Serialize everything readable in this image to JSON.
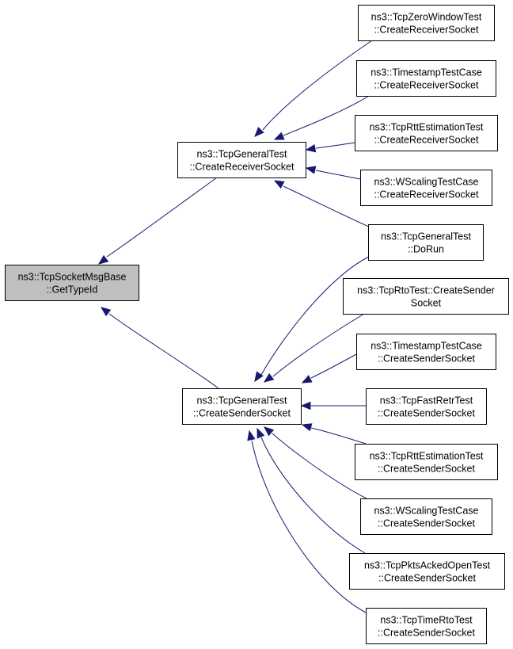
{
  "graph": {
    "colors": {
      "edge": "#191970",
      "focus_fill": "#bfbfbf",
      "node_fill": "#ffffff",
      "border": "#000000"
    },
    "nodes": [
      {
        "id": "msgbase",
        "lines": [
          "ns3::TcpSocketMsgBase",
          "::GetTypeId"
        ],
        "focus": true
      },
      {
        "id": "gen_recv",
        "lines": [
          "ns3::TcpGeneralTest",
          "::CreateReceiverSocket"
        ]
      },
      {
        "id": "gen_send",
        "lines": [
          "ns3::TcpGeneralTest",
          "::CreateSenderSocket"
        ]
      },
      {
        "id": "zw_recv",
        "lines": [
          "ns3::TcpZeroWindowTest",
          "::CreateReceiverSocket"
        ]
      },
      {
        "id": "ts_recv",
        "lines": [
          "ns3::TimestampTestCase",
          "::CreateReceiverSocket"
        ]
      },
      {
        "id": "rtt_recv",
        "lines": [
          "ns3::TcpRttEstimationTest",
          "::CreateReceiverSocket"
        ]
      },
      {
        "id": "ws_recv",
        "lines": [
          "ns3::WScalingTestCase",
          "::CreateReceiverSocket"
        ]
      },
      {
        "id": "gen_dorun",
        "lines": [
          "ns3::TcpGeneralTest",
          "::DoRun"
        ]
      },
      {
        "id": "rto_send",
        "lines": [
          "ns3::TcpRtoTest::CreateSender",
          "Socket"
        ]
      },
      {
        "id": "ts_send",
        "lines": [
          "ns3::TimestampTestCase",
          "::CreateSenderSocket"
        ]
      },
      {
        "id": "fr_send",
        "lines": [
          "ns3::TcpFastRetrTest",
          "::CreateSenderSocket"
        ]
      },
      {
        "id": "rtt_send",
        "lines": [
          "ns3::TcpRttEstimationTest",
          "::CreateSenderSocket"
        ]
      },
      {
        "id": "ws_send",
        "lines": [
          "ns3::WScalingTestCase",
          "::CreateSenderSocket"
        ]
      },
      {
        "id": "pa_send",
        "lines": [
          "ns3::TcpPktsAckedOpenTest",
          "::CreateSenderSocket"
        ]
      },
      {
        "id": "trto_send",
        "lines": [
          "ns3::TcpTimeRtoTest",
          "::CreateSenderSocket"
        ]
      }
    ],
    "edges": [
      {
        "from": "gen_recv",
        "to": "msgbase"
      },
      {
        "from": "gen_send",
        "to": "msgbase"
      },
      {
        "from": "zw_recv",
        "to": "gen_recv"
      },
      {
        "from": "ts_recv",
        "to": "gen_recv"
      },
      {
        "from": "rtt_recv",
        "to": "gen_recv"
      },
      {
        "from": "ws_recv",
        "to": "gen_recv"
      },
      {
        "from": "gen_dorun",
        "to": "gen_recv"
      },
      {
        "from": "gen_dorun",
        "to": "gen_send"
      },
      {
        "from": "rto_send",
        "to": "gen_send"
      },
      {
        "from": "ts_send",
        "to": "gen_send"
      },
      {
        "from": "fr_send",
        "to": "gen_send"
      },
      {
        "from": "rtt_send",
        "to": "gen_send"
      },
      {
        "from": "ws_send",
        "to": "gen_send"
      },
      {
        "from": "pa_send",
        "to": "gen_send"
      },
      {
        "from": "trto_send",
        "to": "gen_send"
      }
    ]
  }
}
